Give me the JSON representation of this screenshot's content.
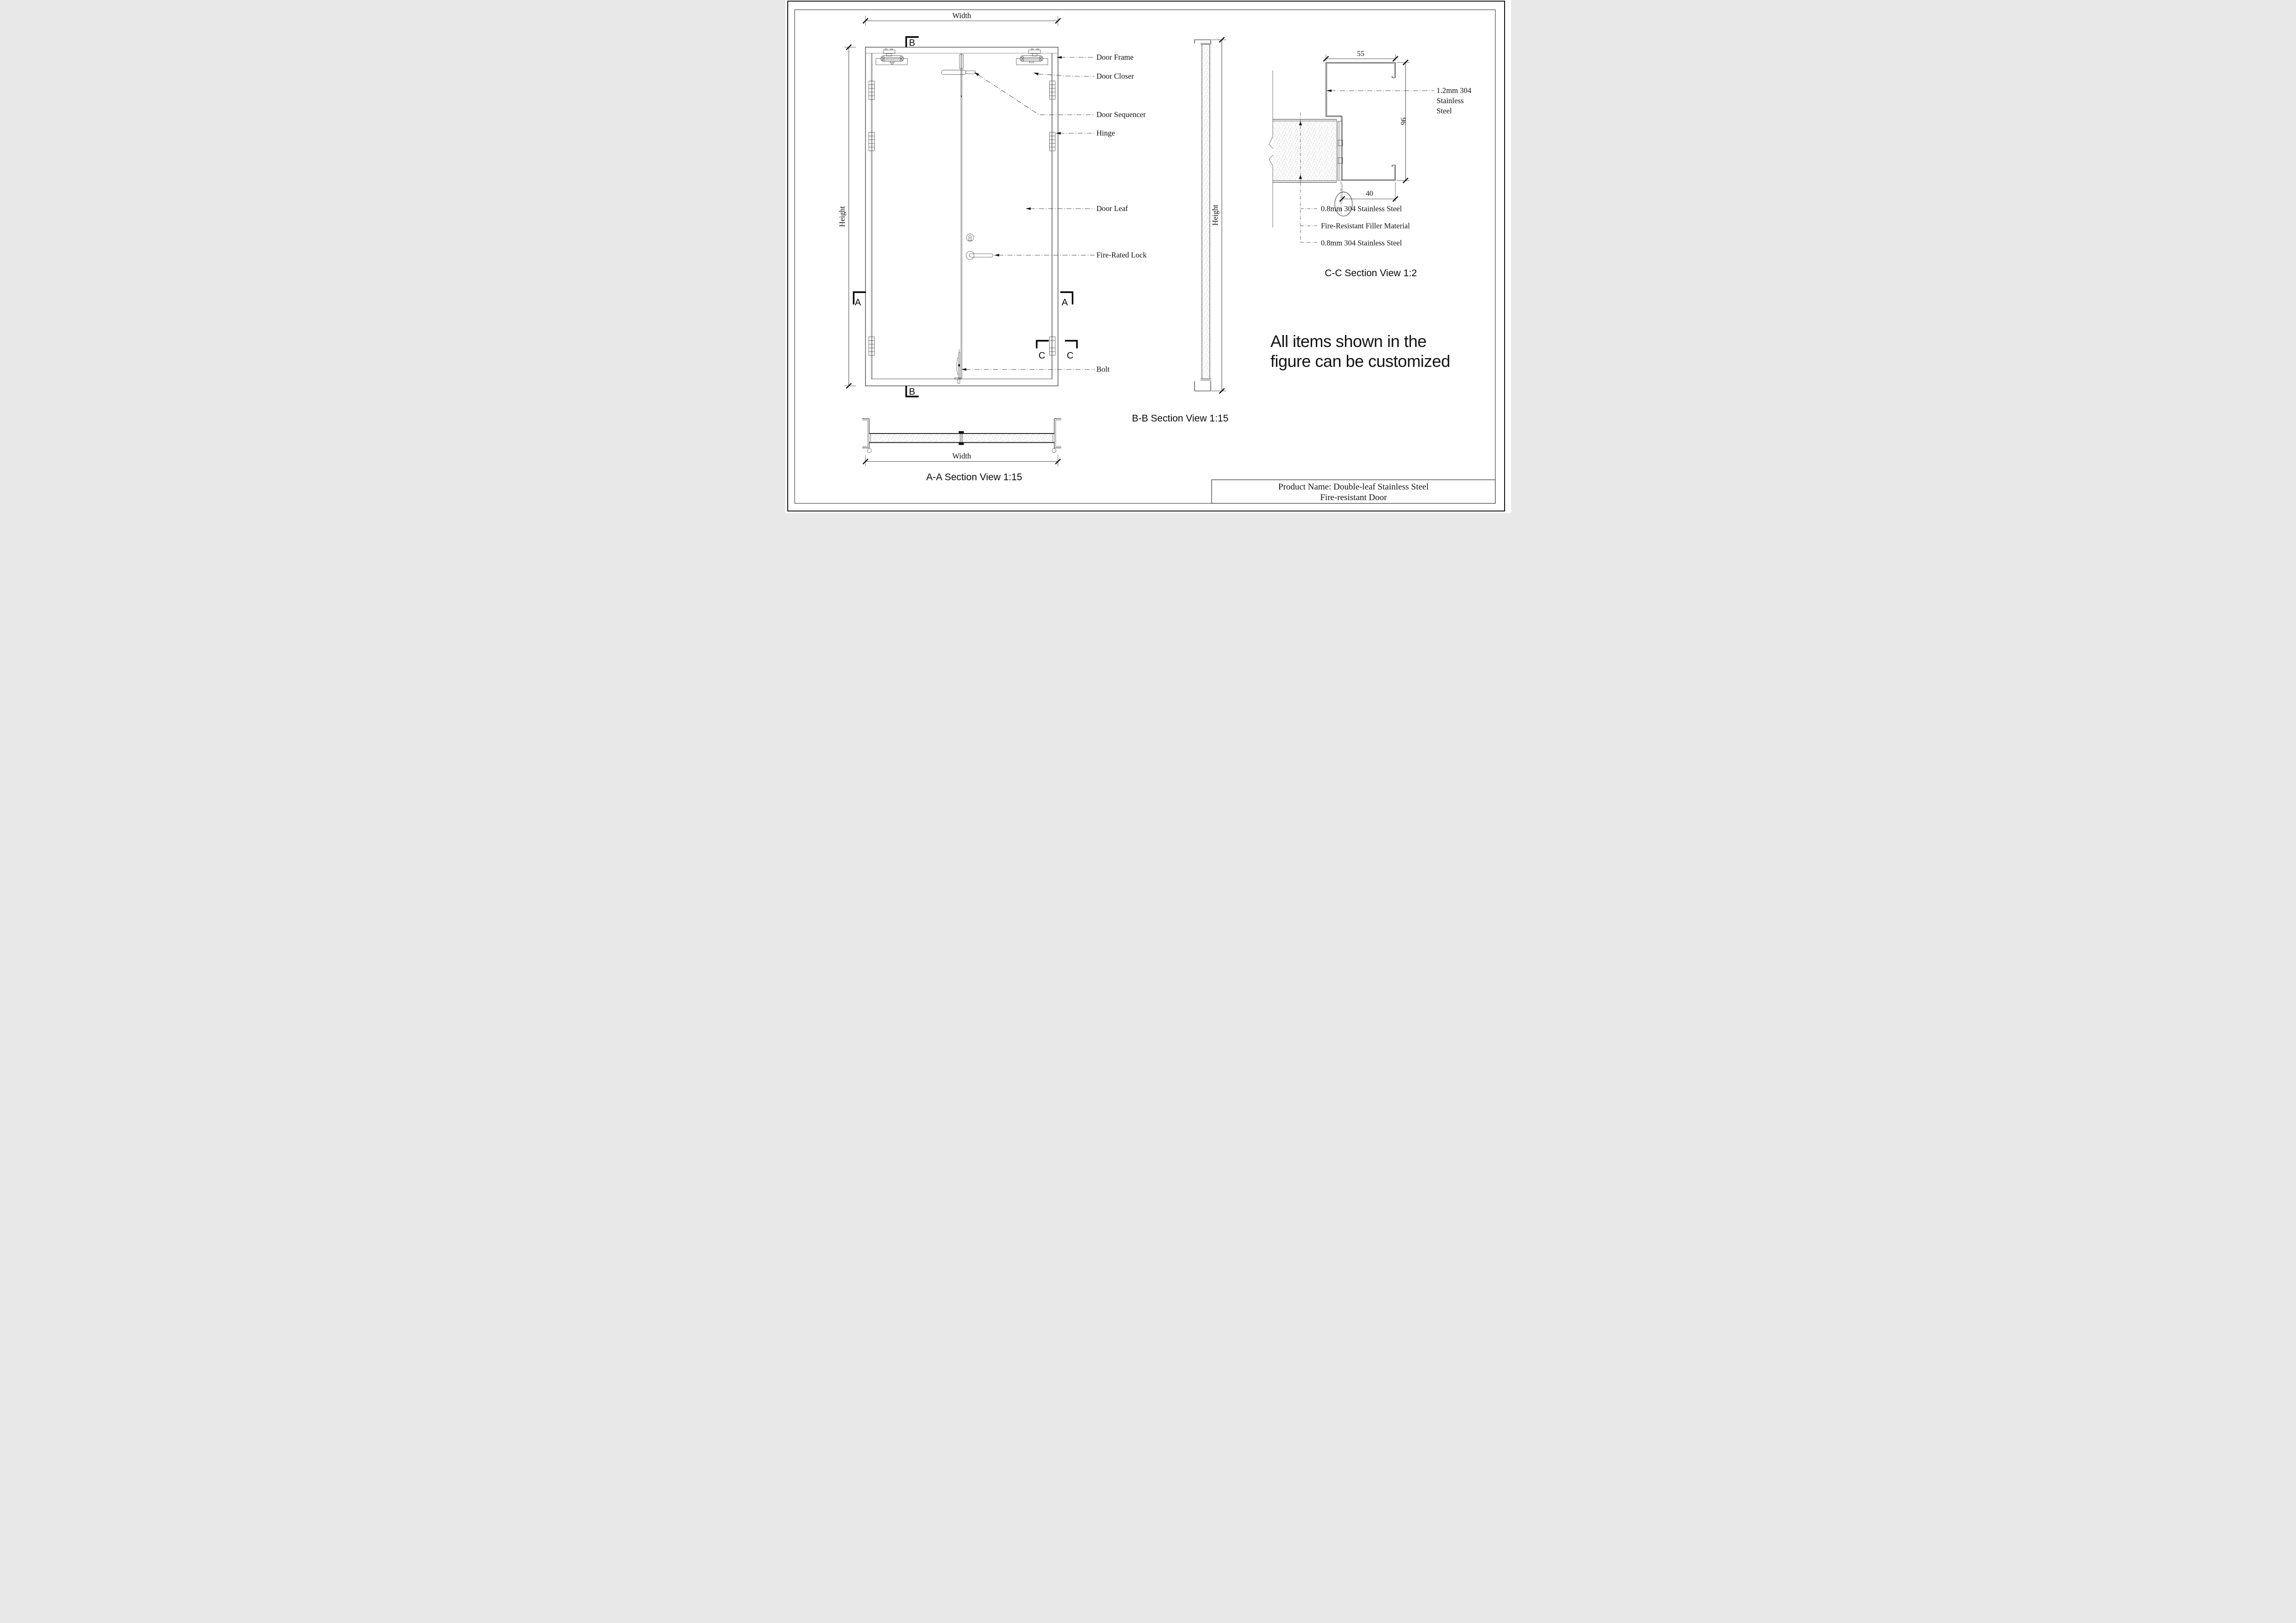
{
  "page": {
    "note_line1": "All items shown in the",
    "note_line2": "figure can be customized",
    "title_line1": "Product Name: Double-leaf Stainless Steel",
    "title_line2": "Fire-resistant Door"
  },
  "elevation": {
    "width_label": "Width",
    "height_label": "Height",
    "callouts": [
      "Door Frame",
      "Door Closer",
      "Door Sequencer",
      "Hinge",
      "Door Leaf",
      "Fire-Rated Lock",
      "Bolt"
    ],
    "marker_a": "A",
    "marker_b": "B",
    "marker_c": "C"
  },
  "bb_section": {
    "title": "B-B Section View 1:15",
    "height_label": "Height"
  },
  "aa_section": {
    "title": "A-A Section View 1:15",
    "width_label": "Width"
  },
  "cc_section": {
    "title": "C-C Section View 1:2",
    "dim_top": "55",
    "dim_right": "96",
    "dim_bottom": "40",
    "frame_note_line1": "1.2mm 304",
    "frame_note_line2": "Stainless",
    "frame_note_line3": "Steel",
    "layer_labels": [
      "0.8mm 304 Stainless Steel",
      "Fire-Resistant Filler Material",
      "0.8mm 304 Stainless Steel"
    ]
  }
}
